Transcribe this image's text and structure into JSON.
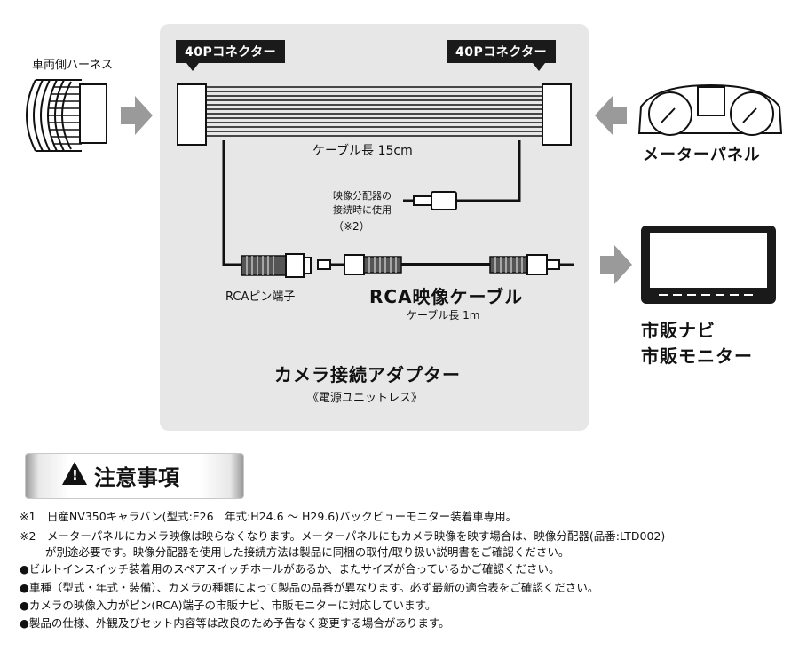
{
  "diagram": {
    "connector_left": "40Pコネクター",
    "connector_right": "40Pコネクター",
    "vehicle_harness": "車両側ハーネス",
    "meter_panel": "メーターパネル",
    "cable_length": "ケーブル長 15cm",
    "splitter_note_line1": "映像分配器の",
    "splitter_note_line2": "接続時に使用",
    "splitter_note_line3": "（※2）",
    "rca_pin": "RCAピン端子",
    "rca_cable": "RCA映像ケーブル",
    "rca_cable_length": "ケーブル長 1m",
    "adapter_title": "カメラ接続アダプター",
    "adapter_subtitle": "《電源ユニットレス》",
    "navi_line1": "市販ナビ",
    "navi_line2": "市販モニター"
  },
  "notice": {
    "title": "注意事項",
    "icon": "warning-icon",
    "lines": [
      "※1　日産NV350キャラバン(型式:E26　年式:H24.6 ～ H29.6)バックビューモニター装着車専用。",
      "※2　メーターパネルにカメラ映像は映らなくなります。メーターパネルにもカメラ映像を映す場合は、映像分配器(品番:LTD002)",
      "　　 が別途必要です。映像分配器を使用した接続方法は製品に同梱の取付/取り扱い説明書をご確認ください。",
      "●ビルトインスイッチ装着用のスペアスイッチホールがあるか、またサイズが合っているかご確認ください。",
      "●車種（型式・年式・装備）、カメラの種類によって製品の品番が異なります。必ず最新の適合表をご確認ください。",
      "●カメラの映像入力がピン(RCA)端子の市販ナビ、市販モニターに対応しています。",
      "●製品の仕様、外観及びセット内容等は改良のため予告なく変更する場合があります。"
    ]
  },
  "colors": {
    "panel": "#e7e7e7",
    "arrow": "#9a9a9a",
    "dark": "#1a1a1a"
  }
}
